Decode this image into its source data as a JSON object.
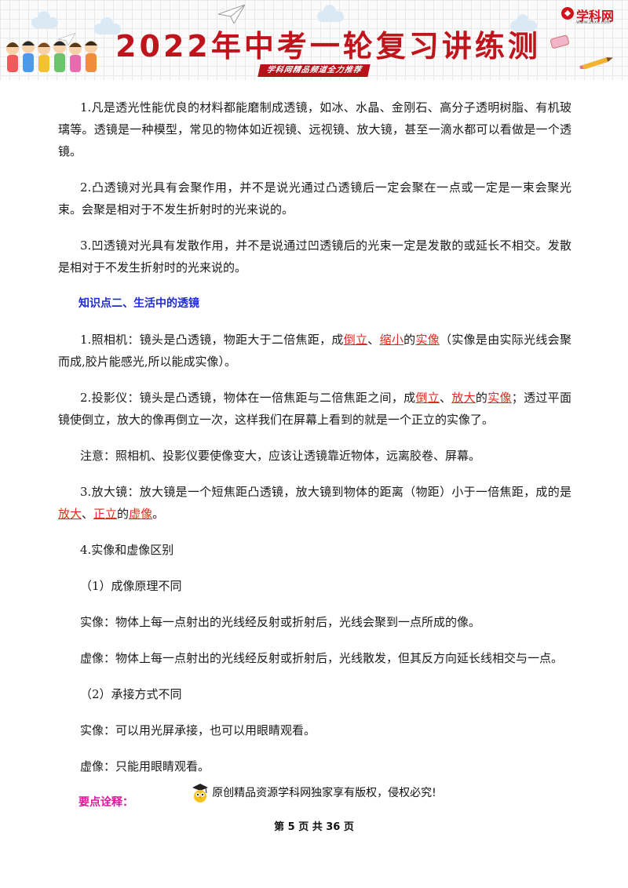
{
  "header": {
    "title": "2022年中考一轮复习讲练测",
    "subtitle": "学科网精品频道全力推荐",
    "logo_text": "学科网",
    "logo_url": "www.zxxk.com"
  },
  "paragraphs": {
    "p1": "1.凡是透光性能优良的材料都能磨制成透镜，如冰、水晶、金刚石、高分子透明树脂、有机玻璃等。透镜是一种模型，常见的物体如近视镜、远视镜、放大镜，甚至一滴水都可以看做是一个透镜。",
    "p2": "2.凸透镜对光具有会聚作用，并不是说光通过凸透镜后一定会聚在一点或一定是一束会聚光束。会聚是相对于不发生折射时的光来说的。",
    "p3": "3.凹透镜对光具有发散作用，并不是说通过凹透镜后的光束一定是发散的或延长不相交。发散是相对于不发生折射时的光来说的。",
    "heading2": "知识点二、生活中的透镜",
    "camera": {
      "a": "1.照相机：镜头是凸透镜，物距大于二倍焦距，成",
      "r1": "倒立",
      "sep1": "、",
      "r2": "缩小",
      "mid": "的",
      "r3": "实像",
      "b": "（实像是由实际光线会聚而成,胶片能感光,所以能成实像）。"
    },
    "projector": {
      "a": "2.投影仪：镜头是凸透镜，物体在一倍焦距与二倍焦距之间，成",
      "r1": "倒立",
      "sep1": "、",
      "r2": "放大",
      "mid": "的",
      "r3": "实像",
      "b": "；透过平面镜使倒立，放大的像再倒立一次，这样我们在屏幕上看到的就是一个正立的实像了。"
    },
    "note": "注意：照相机、投影仪要使像变大，应该让透镜靠近物体，远离胶卷、屏幕。",
    "magnifier": {
      "a": "3.放大镜：放大镜是一个短焦距凸透镜，放大镜到物体的距离（物距）小于一倍焦距，成的是",
      "r1": "放大",
      "sep1": "、",
      "r2": "正立",
      "mid": "的",
      "r3": "虚像",
      "b": "。"
    },
    "p4": "4.实像和虚像区别",
    "sub1": "（1）成像原理不同",
    "real1": "实像：物体上每一点射出的光线经反射或折射后，光线会聚到一点所成的像。",
    "virtual1": "虚像：物体上每一点射出的光线经反射或折射后，光线散发，但其反方向延长线相交与一点。",
    "sub2": "（2）承接方式不同",
    "real2": "实像：可以用光屏承接，也可以用眼睛观看。",
    "virtual2": "虚像：只能用眼睛观看。",
    "key_points": "要点诠释："
  },
  "footer": {
    "copyright": "原创精品资源学科网独家享有版权，侵权必究!",
    "page_label": "第 5 页 共 36 页"
  },
  "colors": {
    "title_red": "#c0141c",
    "heading_blue": "#1f2bd8",
    "heading_pink": "#e0159e",
    "answer_red": "#e02b20"
  }
}
